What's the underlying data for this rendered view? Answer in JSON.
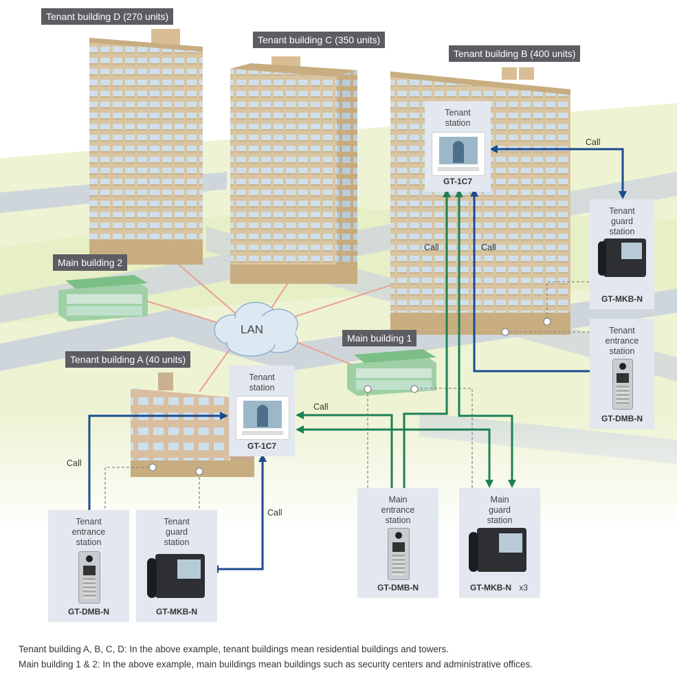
{
  "buildings": {
    "tenant_d": "Tenant building D (270 units)",
    "tenant_c": "Tenant building C (350 units)",
    "tenant_b": "Tenant building B (400 units)",
    "tenant_a": "Tenant building A (40 units)",
    "main_2": "Main building 2",
    "main_1": "Main building 1"
  },
  "network": {
    "lan": "LAN"
  },
  "stations": {
    "b_tenant": {
      "title": "Tenant\nstation",
      "model": "GT-1C7"
    },
    "b_guard": {
      "title": "Tenant\nguard\nstation",
      "model": "GT-MKB-N"
    },
    "b_entrance": {
      "title": "Tenant\nentrance\nstation",
      "model": "GT-DMB-N"
    },
    "a_tenant": {
      "title": "Tenant\nstation",
      "model": "GT-1C7"
    },
    "a_entrance": {
      "title": "Tenant\nentrance\nstation",
      "model": "GT-DMB-N"
    },
    "a_guard": {
      "title": "Tenant\nguard\nstation",
      "model": "GT-MKB-N"
    },
    "main_entrance": {
      "title": "Main\nentrance\nstation",
      "model": "GT-DMB-N"
    },
    "main_guard": {
      "title": "Main\nguard\nstation",
      "model": "GT-MKB-N",
      "qty": "x3"
    }
  },
  "call_label": "Call",
  "colors": {
    "blue": "#1a4a8e",
    "green": "#1c8056",
    "lan_line": "#e8a497",
    "tag_bg": "#5b5d62",
    "card_bg": "#e3e7ef"
  },
  "footnotes": {
    "line1": "Tenant building A, B, C, D: In the above example, tenant buildings mean residential buildings and towers.",
    "line2": "Main building 1 & 2: In the above example, main buildings mean buildings such as security centers and administrative offices."
  }
}
